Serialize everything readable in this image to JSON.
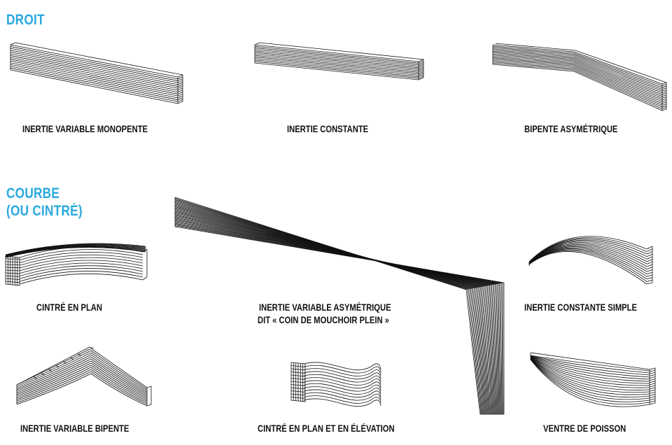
{
  "sections": {
    "straight": "DROIT",
    "curved_line1": "COURBE",
    "curved_line2": "(OU CINTRÉ)"
  },
  "items": {
    "monopente": "INERTIE VARIABLE MONOPENTE",
    "constante": "INERTIE CONSTANTE",
    "bipente_asym": "BIPENTE ASYMÉTRIQUE",
    "cintre_plan": "CINTRÉ EN PLAN",
    "asym_line1": "INERTIE VARIABLE ASYMÉTRIQUE",
    "asym_line2": "DIT « COIN DE MOUCHOIR PLEIN »",
    "constante_simple": "INERTIE CONSTANTE SIMPLE",
    "bipente": "INERTIE VARIABLE BIPENTE",
    "plan_elevation": "CINTRÉ EN PLAN ET EN ÉLÉVATION",
    "ventre_poisson": "VENTRE DE POISSON"
  },
  "colors": {
    "heading": "#2aa9df",
    "text": "#111111",
    "line": "#111111"
  }
}
